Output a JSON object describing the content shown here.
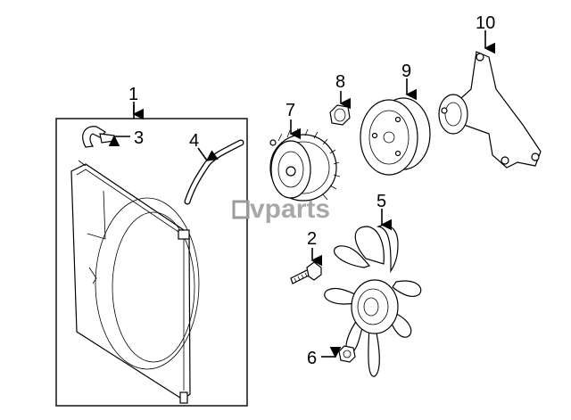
{
  "diagram": {
    "callouts": {
      "c1": "1",
      "c2": "2",
      "c3": "3",
      "c4": "4",
      "c5": "5",
      "c6": "6",
      "c7": "7",
      "c8": "8",
      "c9": "9",
      "c10": "10"
    },
    "watermark": {
      "text": "vparts"
    }
  }
}
